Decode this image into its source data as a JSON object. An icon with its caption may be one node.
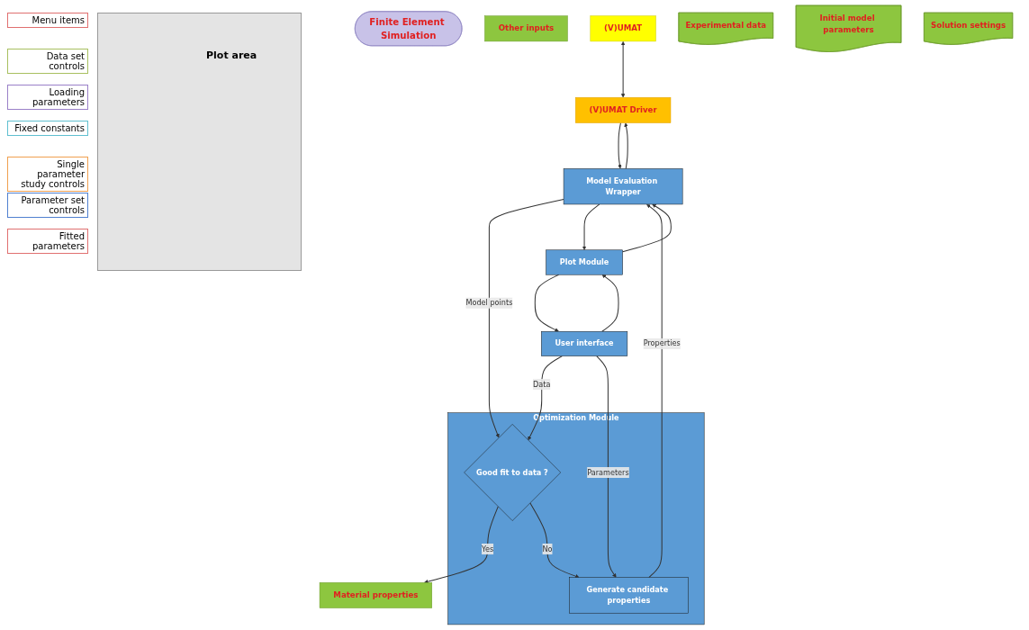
{
  "diagram": {
    "nodes": [
      {
        "text": [
          "Finite Element Simulation"
        ]
      },
      {
        "text": [
          "Material properties"
        ]
      },
      {
        "text": [
          "Other inputs"
        ]
      },
      {
        "text": [
          "(V)UMAT"
        ]
      },
      {
        "text": [
          "Experimental data"
        ]
      },
      {
        "text": [
          "Initial model parameters"
        ]
      },
      {
        "text": [
          "Solution settings"
        ]
      },
      {
        "text": [
          "User interface"
        ]
      },
      {
        "text": [
          "Optimization Module"
        ]
      },
      {
        "text": [
          "Good fit to data ?"
        ],
        "in": 8
      },
      {
        "text": [
          "Generate candidate properties"
        ],
        "in": 8
      },
      {
        "text": [
          "Plot Module"
        ]
      },
      {
        "text": [
          "Model Evaluation Wrapper"
        ]
      },
      {
        "text": [
          "(V)UMAT Driver"
        ]
      }
    ],
    "edges": [
      {
        "from": 9,
        "to": 1,
        "arrow": "to",
        "label": "Yes"
      },
      {
        "from": 7,
        "to": 9,
        "arrow": "to",
        "label": "Data"
      },
      {
        "from": 12,
        "to": 9,
        "arrow": "to",
        "label": "Model points"
      },
      {
        "from": 9,
        "to": 10,
        "arrow": "to",
        "label": "No"
      },
      {
        "from": 7,
        "to": 10,
        "arrow": "to",
        "label": "Parameters"
      },
      {
        "from": 10,
        "to": 12,
        "arrow": "to",
        "label": "Properties"
      },
      {
        "from": 13,
        "to": 12,
        "arrow": "to"
      },
      {
        "from": 12,
        "to": 13,
        "arrow": "to"
      },
      {
        "from": 11,
        "to": 7,
        "arrow": "to"
      },
      {
        "from": 7,
        "to": 11,
        "arrow": "to"
      },
      {
        "from": 12,
        "to": 11,
        "arrow": "to"
      },
      {
        "from": 11,
        "to": 12,
        "arrow": "to"
      },
      {
        "from": 3,
        "to": 13,
        "arrow": "both"
      }
    ],
    "labels": [
      "Menu items",
      "Data set controls",
      "Loading parameters",
      "Fixed constants",
      "Single parameter study controls",
      "Parameter set controls",
      "Fitted parameters",
      "Plot area"
    ]
  }
}
